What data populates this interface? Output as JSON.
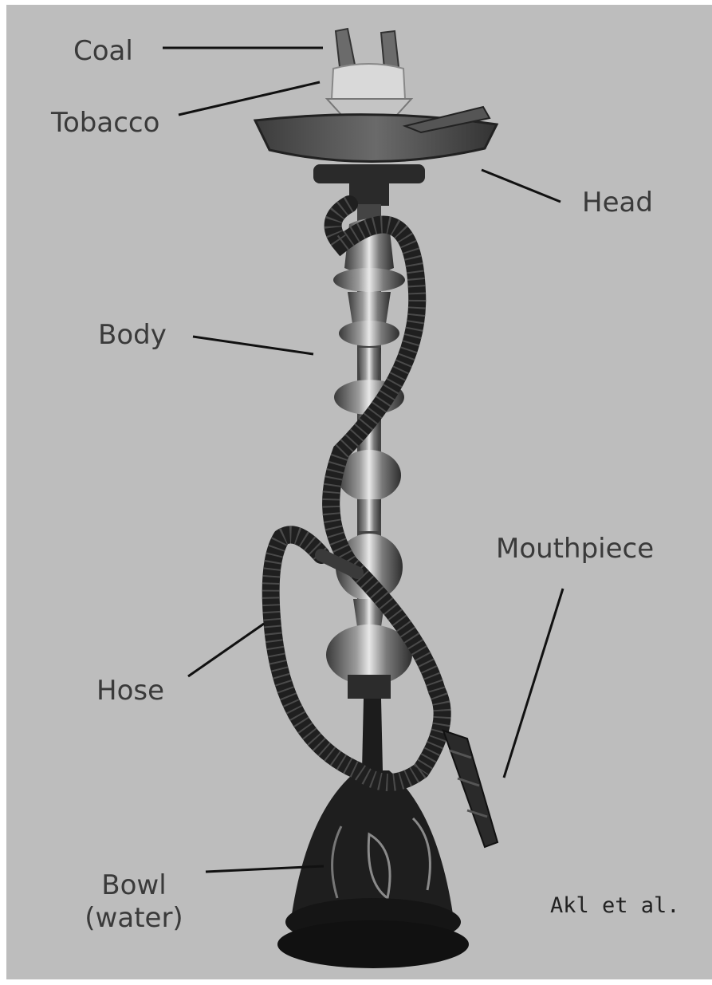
{
  "labels": {
    "coal": "Coal",
    "tobacco": "Tobacco",
    "head": "Head",
    "body": "Body",
    "mouthpiece": "Mouthpiece",
    "hose": "Hose",
    "bowl_line1": "Bowl",
    "bowl_line2": "(water)"
  },
  "citation": "Akl et al.",
  "colors": {
    "background": "#bdbdbd",
    "metal": "#555555",
    "hose": "#1f1f1f",
    "text": "#3a3a3a"
  }
}
